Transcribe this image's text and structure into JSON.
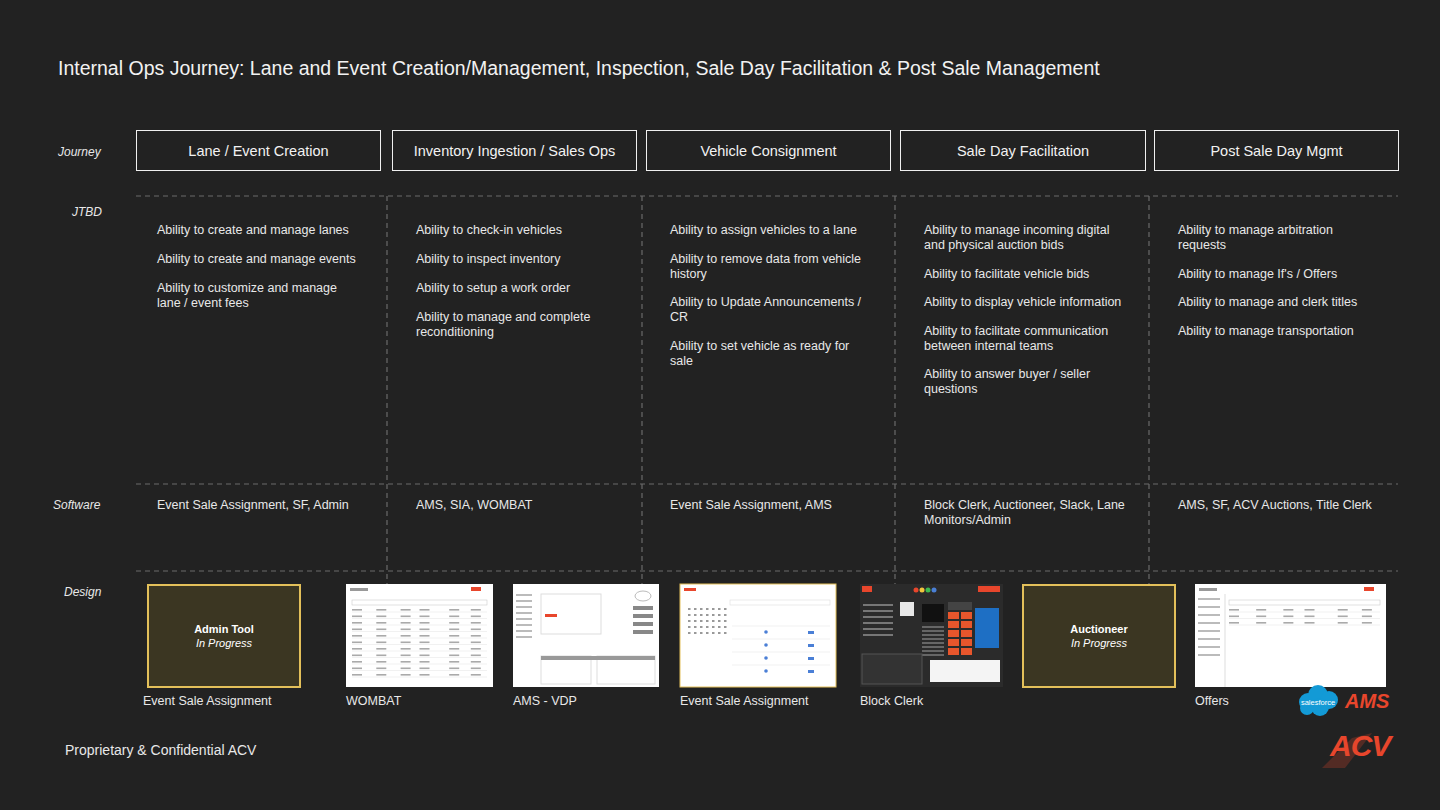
{
  "diagram": {
    "title": "Internal Ops Journey: Lane and Event Creation/Management, Inspection, Sale Day Facilitation & Post Sale Management",
    "nodes": [
      {
        "text": [
          "Lane / Event Creation"
        ]
      },
      {
        "text": [
          "Inventory Ingestion / Sales Ops"
        ]
      },
      {
        "text": [
          "Vehicle Consignment"
        ]
      },
      {
        "text": [
          "Sale Day Facilitation"
        ]
      },
      {
        "text": [
          "Post Sale Day Mgmt"
        ]
      },
      {
        "text": [
          "Admin Tool",
          "In Progress"
        ]
      },
      {
        "text": [
          "Auctioneer",
          "In Progress"
        ]
      }
    ],
    "labels": [
      "Journey",
      "JTBD",
      "Software",
      "Design",
      "Ability to create and manage lanes",
      "Ability to create and manage events",
      "Ability to customize and manage lane / event fees",
      "Ability to check-in vehicles",
      "Ability to inspect inventory",
      "Ability to setup a work order",
      "Ability to manage and complete reconditioning",
      "Ability to assign vehicles to a lane",
      "Ability to remove data from vehicle history",
      "Ability to Update Announcements / CR",
      "Ability to set vehicle as ready for sale",
      "Ability to manage incoming digital and physical auction bids",
      "Ability to facilitate vehicle bids",
      "Ability to display vehicle information",
      "Ability to facilitate communication between internal teams",
      "Ability to answer buyer / seller questions",
      "Ability to manage arbitration requests",
      "Ability to manage If's / Offers",
      "Ability to manage and clerk titles",
      "Ability to manage transportation",
      "Event Sale Assignment, SF, Admin",
      "AMS, SIA, WOMBAT",
      "Event Sale Assignment, AMS",
      "Block Clerk, Auctioneer, Slack, Lane Monitors/Admin",
      "AMS, SF, ACV Auctions, Title Clerk",
      "Event Sale Assignment",
      "WOMBAT",
      "AMS - VDP",
      "Event Sale Assignment",
      "Block Clerk",
      "Offers",
      "salesforce",
      "AMS",
      "Proprietary & Confidential ACV",
      "ACV"
    ]
  }
}
